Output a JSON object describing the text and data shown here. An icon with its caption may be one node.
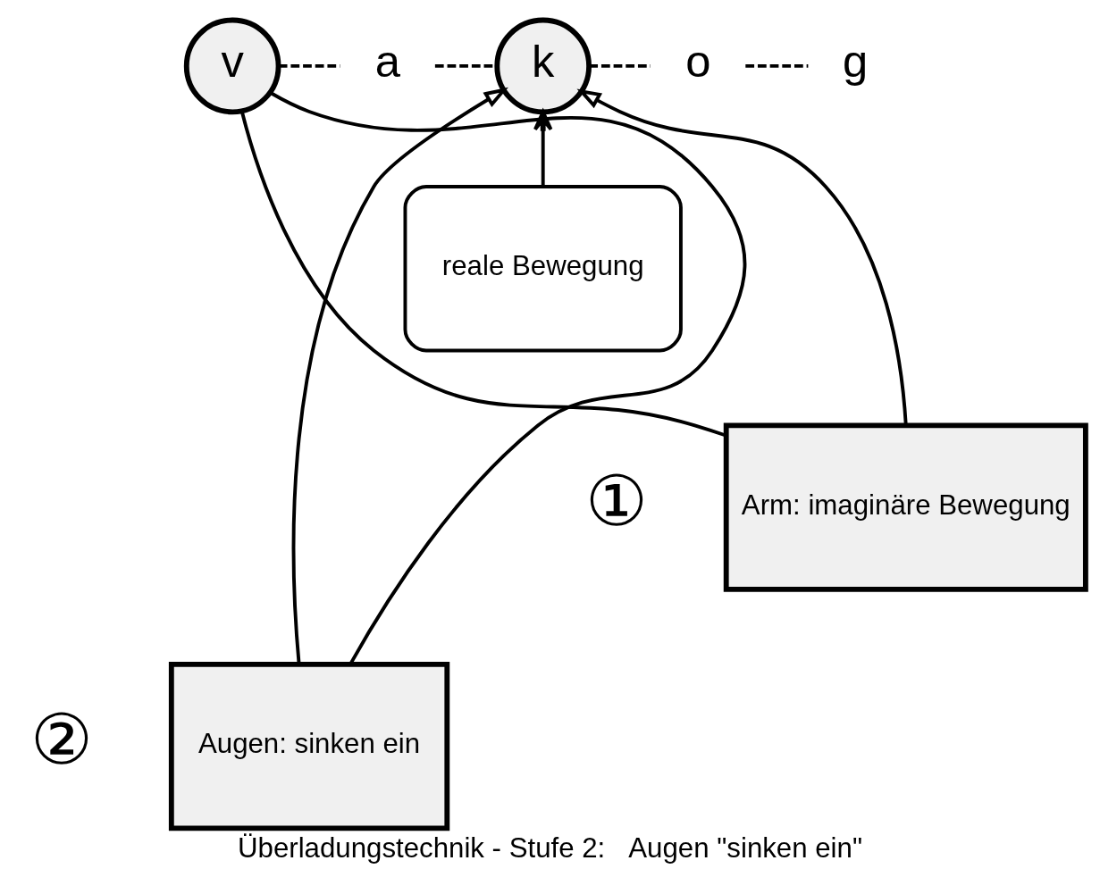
{
  "diagram": {
    "caption": "Überladungstechnik - Stufe 2:   Augen \"sinken ein\"",
    "nodes": [
      {
        "text": [
          "v"
        ]
      },
      {
        "text": [
          "a"
        ]
      },
      {
        "text": [
          "k"
        ]
      },
      {
        "text": [
          "o"
        ]
      },
      {
        "text": [
          "g"
        ]
      },
      {
        "text": [
          "reale Bewegung"
        ]
      },
      {
        "text": [
          "Arm: imaginäre Bewegung"
        ]
      },
      {
        "text": [
          "Augen: sinken ein"
        ]
      }
    ],
    "edges": [
      {
        "from": 0,
        "to": 1,
        "arrow": "none",
        "style": "dashed"
      },
      {
        "from": 1,
        "to": 2,
        "arrow": "none",
        "style": "dashed"
      },
      {
        "from": 2,
        "to": 3,
        "arrow": "none",
        "style": "dashed"
      },
      {
        "from": 3,
        "to": 4,
        "arrow": "none",
        "style": "dashed"
      },
      {
        "from": 5,
        "to": 2,
        "arrow": "to"
      },
      {
        "from": 0,
        "to": 6,
        "arrow": "none"
      },
      {
        "from": 6,
        "to": 2,
        "arrow": "to"
      },
      {
        "from": 0,
        "to": 7,
        "arrow": "none"
      },
      {
        "from": 7,
        "to": 2,
        "arrow": "to"
      }
    ],
    "labels": [
      "①",
      "②"
    ]
  }
}
